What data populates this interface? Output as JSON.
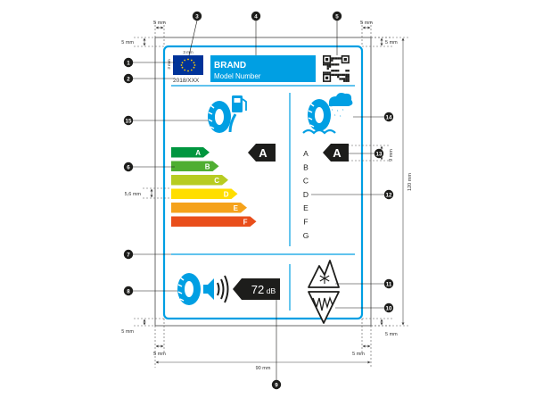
{
  "dims": {
    "top_left_h": "5 mm",
    "top_right_h": "5 mm",
    "top_left_v": "5 mm",
    "top_right_v": "5 mm",
    "flag_w": "3 mm",
    "flag_h": "3 mm",
    "bar_h": "5,6 mm",
    "class_h": "9 mm",
    "total_h": "120 mm",
    "bottom_left_v": "5 mm",
    "bottom_right_v": "5 mm",
    "bottom_left_h": "5 mm",
    "bottom_right_h": "5 mm",
    "total_w": "90 mm"
  },
  "label": {
    "brand": "BRAND",
    "model": "Model Number",
    "regulation": "2018/XXX"
  },
  "fuel": {
    "classes": [
      {
        "letter": "A",
        "color": "#00963f"
      },
      {
        "letter": "B",
        "color": "#4fae32"
      },
      {
        "letter": "C",
        "color": "#b7cc22"
      },
      {
        "letter": "D",
        "color": "#ffde00"
      },
      {
        "letter": "E",
        "color": "#f5a21b"
      },
      {
        "letter": "F",
        "color": "#e94e1b"
      }
    ],
    "selected": "A"
  },
  "wet": {
    "classes": [
      "A",
      "B",
      "C",
      "D",
      "E",
      "F",
      "G"
    ],
    "selected": "A"
  },
  "noise": {
    "value": "72",
    "unit": "dB"
  },
  "callouts": [
    "1",
    "2",
    "3",
    "4",
    "5",
    "6",
    "7",
    "8",
    "9",
    "10",
    "11",
    "12",
    "13",
    "14",
    "15"
  ],
  "colors": {
    "frame": "#009fe3",
    "text": "#1d1d1b"
  }
}
